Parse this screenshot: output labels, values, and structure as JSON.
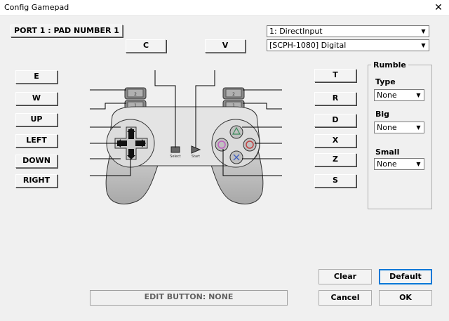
{
  "window": {
    "title": "Config Gamepad",
    "close_glyph": "✕"
  },
  "port_button": "PORT 1 : PAD NUMBER 1",
  "top_buttons": [
    "C",
    "V"
  ],
  "left_buttons": [
    "E",
    "W",
    "UP",
    "LEFT",
    "DOWN",
    "RIGHT"
  ],
  "right_buttons": [
    "T",
    "R",
    "D",
    "X",
    "Z",
    "S"
  ],
  "input_select": {
    "value": "1: DirectInput"
  },
  "pad_select": {
    "value": "[SCPH-1080] Digital"
  },
  "rumble": {
    "title": "Rumble",
    "type_label": "Type",
    "type_value": "None",
    "big_label": "Big",
    "big_value": "None",
    "small_label": "Small",
    "small_value": "None"
  },
  "controller": {
    "select_label": "Select",
    "start_label": "Start",
    "l2": "2",
    "l1": "1",
    "r2": "2",
    "r1": "1"
  },
  "status": "EDIT BUTTON: NONE",
  "actions": {
    "clear": "Clear",
    "default": "Default",
    "cancel": "Cancel",
    "ok": "OK"
  }
}
